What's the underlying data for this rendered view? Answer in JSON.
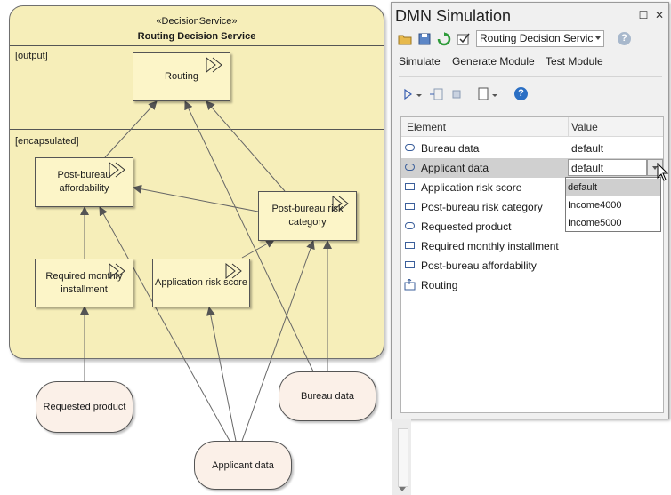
{
  "diagram": {
    "service": {
      "stereotype": "«DecisionService»",
      "name": "Routing Decision Service",
      "output_label": "[output]",
      "encapsulated_label": "[encapsulated]"
    },
    "decisions": {
      "routing": "Routing",
      "post_bureau_affordability_l1": "Post-bureau",
      "post_bureau_affordability_l2": "affordability",
      "post_bureau_risk_category_l1": "Post-bureau risk",
      "post_bureau_risk_category_l2": "category",
      "required_monthly_installment_l1": "Required monthly",
      "required_monthly_installment_l2": "installment",
      "application_risk_score": "Application risk score"
    },
    "inputs": {
      "requested_product": "Requested product",
      "bureau_data": "Bureau data",
      "applicant_data": "Applicant data"
    }
  },
  "panel": {
    "title": "DMN Simulation",
    "window_buttons": {
      "float": "☐",
      "close": "✕"
    },
    "toolbar": {
      "combo_value": "Routing Decision Servic",
      "help_label": "?"
    },
    "tabs": [
      "Simulate",
      "Generate Module",
      "Test Module"
    ],
    "sim_toolbar": {
      "help_label": "?"
    },
    "grid": {
      "headers": [
        "Element",
        "Value"
      ],
      "rows": [
        {
          "label": "Bureau data",
          "value": "default",
          "kind": "input"
        },
        {
          "label": "Applicant data",
          "value": "default",
          "kind": "input"
        },
        {
          "label": "Application risk score",
          "value": "",
          "kind": "decision"
        },
        {
          "label": "Post-bureau risk category",
          "value": "",
          "kind": "decision"
        },
        {
          "label": "Requested product",
          "value": "",
          "kind": "input"
        },
        {
          "label": "Required monthly installment",
          "value": "",
          "kind": "decision"
        },
        {
          "label": "Post-bureau affordability",
          "value": "",
          "kind": "decision"
        },
        {
          "label": "Routing",
          "value": "",
          "kind": "output"
        }
      ]
    },
    "dropdown_options": [
      "default",
      "Income4000",
      "Income5000"
    ],
    "accent_color": "#2b6fc4",
    "selected_row_color": "#d0d0d0"
  }
}
